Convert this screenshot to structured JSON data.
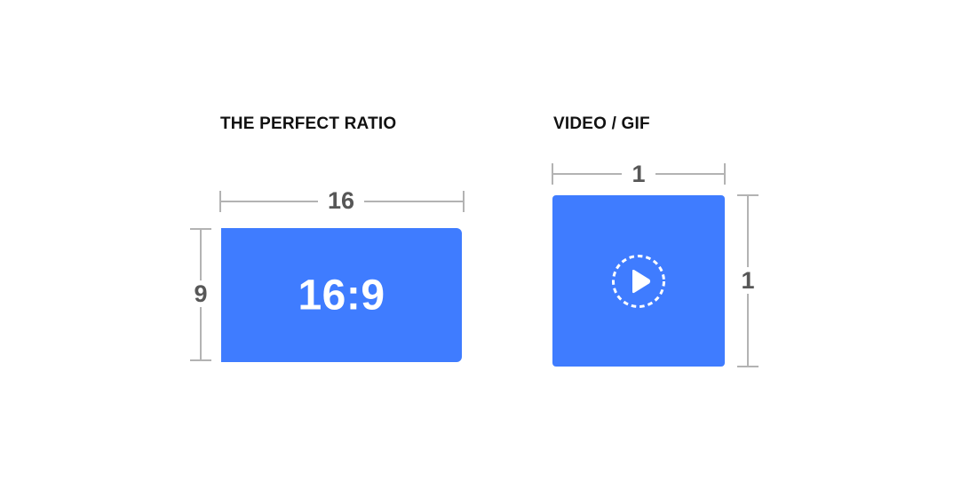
{
  "left_panel": {
    "heading": "THE PERFECT RATIO",
    "width_label": "16",
    "height_label": "9",
    "ratio_text": "16:9"
  },
  "right_panel": {
    "heading": "VIDEO / GIF",
    "width_label": "1",
    "height_label": "1",
    "play_icon": "play-icon"
  },
  "colors": {
    "box_fill": "#3f7cff",
    "dimension_line": "#b3b3b3",
    "dimension_text": "#575757",
    "heading_text": "#111111"
  }
}
